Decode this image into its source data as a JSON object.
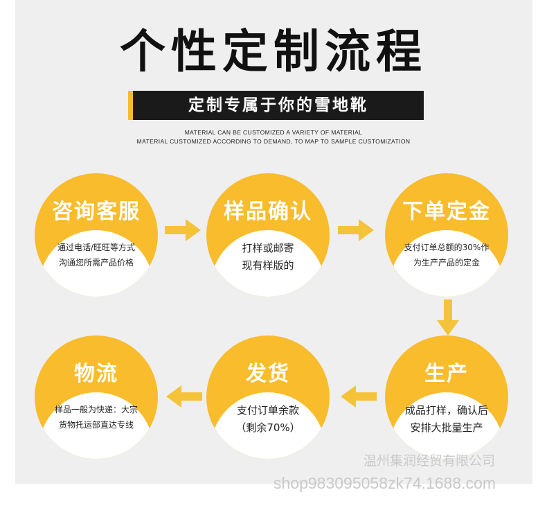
{
  "header": {
    "title": "个性定制流程",
    "banner": "定制专属于你的雪地靴",
    "subtitle_line1": "MATERIAL CAN BE CUSTOMIZED A VARIETY OF MATERIAL",
    "subtitle_line2": "MATERIAL CUSTOMIZED ACCORDING TO DEMAND, TO MAP TO SAMPLE CUSTOMIZATION"
  },
  "steps": [
    {
      "title": "咨询客服",
      "line1": "通过电话/旺旺等方式",
      "line2": "沟通您所需产品价格"
    },
    {
      "title": "样品确认",
      "line1": "打样或邮寄",
      "line2": "现有样版的"
    },
    {
      "title": "下单定金",
      "line1": "支付订单总额的30%作",
      "line2": "为生产产品的定金"
    },
    {
      "title": "物流",
      "line1": "样品一般为快递：大宗",
      "line2": "货物托运部直达专线"
    },
    {
      "title": "发货",
      "line1": "支付订单余款",
      "line2": "（剩余70%）"
    },
    {
      "title": "生产",
      "line1": "成品打样，确认后",
      "line2": "安排大批量生产"
    }
  ],
  "watermark": {
    "company": "温州集润经贸有限公司",
    "shop": "shop983095058zk74.1688.com"
  },
  "colors": {
    "accent": "#f8bc2c",
    "arrow": "#f5c33a",
    "banner_bg": "#1a1a1a"
  }
}
